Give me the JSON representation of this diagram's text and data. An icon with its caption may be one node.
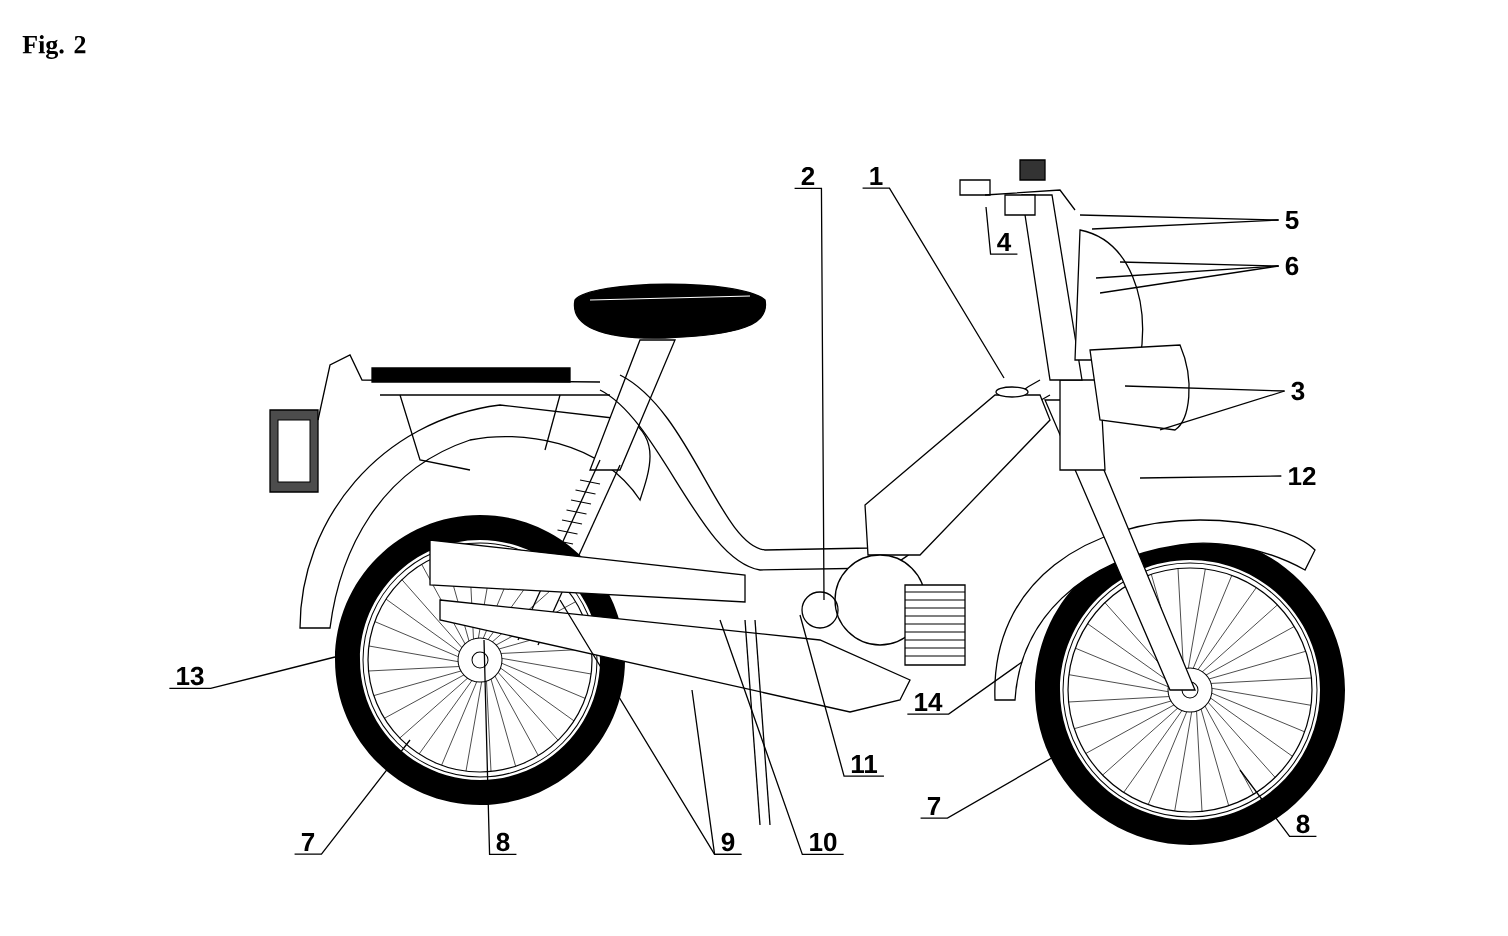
{
  "diagram": {
    "title": "Fig. 2",
    "nodes": [
      {
        "text": [
          "2"
        ]
      },
      {
        "text": [
          "1"
        ]
      },
      {
        "text": [
          "4"
        ]
      },
      {
        "text": [
          "5"
        ]
      },
      {
        "text": [
          "6"
        ]
      },
      {
        "text": [
          "3"
        ]
      },
      {
        "text": [
          "12"
        ]
      },
      {
        "text": [
          "13"
        ]
      },
      {
        "text": [
          "14"
        ]
      },
      {
        "text": [
          "11"
        ]
      },
      {
        "text": [
          "7"
        ]
      },
      {
        "text": [
          "8"
        ]
      },
      {
        "text": [
          "9"
        ]
      },
      {
        "text": [
          "10"
        ]
      },
      {
        "text": [
          "7"
        ]
      },
      {
        "text": [
          "8"
        ]
      }
    ],
    "edges": [
      {
        "from": 0,
        "to": null,
        "arrow": "none"
      },
      {
        "from": 1,
        "to": null,
        "arrow": "none"
      },
      {
        "from": 2,
        "to": null,
        "arrow": "none"
      },
      {
        "from": 3,
        "to": null,
        "arrow": "none"
      },
      {
        "from": 3,
        "to": null,
        "arrow": "none"
      },
      {
        "from": 4,
        "to": null,
        "arrow": "none"
      },
      {
        "from": 4,
        "to": null,
        "arrow": "none"
      },
      {
        "from": 4,
        "to": null,
        "arrow": "none"
      },
      {
        "from": 5,
        "to": null,
        "arrow": "none"
      },
      {
        "from": 5,
        "to": null,
        "arrow": "none"
      },
      {
        "from": 6,
        "to": null,
        "arrow": "none"
      },
      {
        "from": 7,
        "to": null,
        "arrow": "none"
      },
      {
        "from": 8,
        "to": null,
        "arrow": "none"
      },
      {
        "from": 9,
        "to": null,
        "arrow": "none"
      },
      {
        "from": 10,
        "to": null,
        "arrow": "none"
      },
      {
        "from": 11,
        "to": null,
        "arrow": "none"
      },
      {
        "from": 12,
        "to": null,
        "arrow": "none"
      },
      {
        "from": 12,
        "to": null,
        "arrow": "none"
      },
      {
        "from": 13,
        "to": null,
        "arrow": "none"
      },
      {
        "from": 14,
        "to": null,
        "arrow": "none"
      },
      {
        "from": 15,
        "to": null,
        "arrow": "none"
      }
    ]
  }
}
